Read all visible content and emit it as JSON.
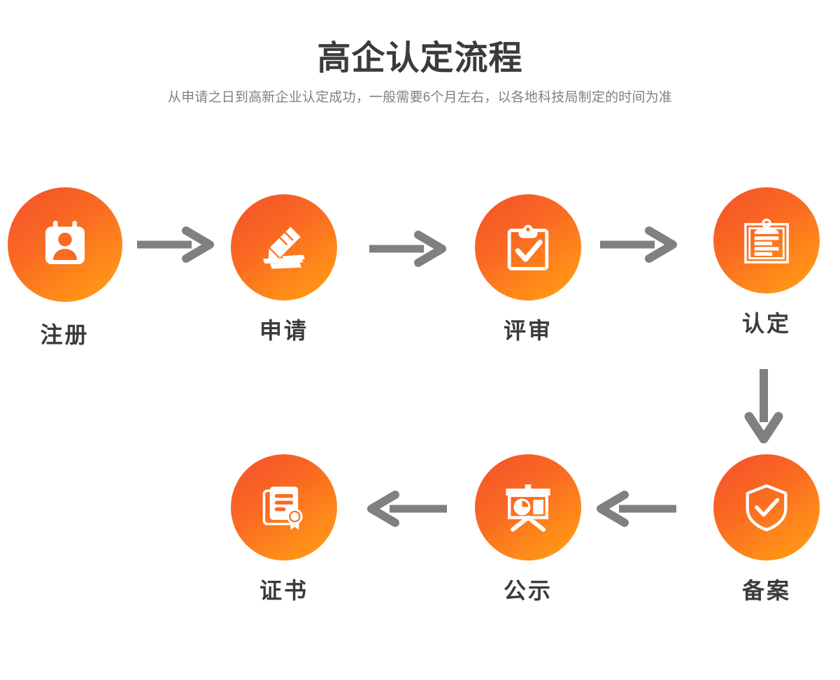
{
  "header": {
    "title": "高企认定流程",
    "subtitle": "从申请之日到高新企业认定成功，一般需要6个月左右，以各地科技局制定的时间为准"
  },
  "theme": {
    "circle_gradient_start": "#f4502b",
    "circle_gradient_end": "#ffa010",
    "label_color": "#3b3b3b",
    "subtitle_color": "#818181",
    "arrow_color": "#808080",
    "background": "#ffffff"
  },
  "flow": {
    "type": "process-flow",
    "direction_row1": "left-to-right",
    "direction_row2": "right-to-left",
    "steps": [
      {
        "id": "register",
        "order": 1,
        "label": "注册",
        "icon": "id-card-person-icon"
      },
      {
        "id": "apply",
        "order": 2,
        "label": "申请",
        "icon": "pencil-writing-icon"
      },
      {
        "id": "review",
        "order": 3,
        "label": "评审",
        "icon": "clipboard-check-icon"
      },
      {
        "id": "certify",
        "order": 4,
        "label": "认定",
        "icon": "clipboard-document-icon"
      },
      {
        "id": "record",
        "order": 5,
        "label": "备案",
        "icon": "shield-check-icon"
      },
      {
        "id": "publicity",
        "order": 6,
        "label": "公示",
        "icon": "presentation-chart-icon"
      },
      {
        "id": "cert",
        "order": 7,
        "label": "证书",
        "icon": "certificate-seal-icon"
      }
    ],
    "connectors": [
      {
        "id": "arrow-1",
        "from": "register",
        "to": "apply",
        "icon": "arrow-right-icon"
      },
      {
        "id": "arrow-2",
        "from": "apply",
        "to": "review",
        "icon": "arrow-right-icon"
      },
      {
        "id": "arrow-3",
        "from": "review",
        "to": "certify",
        "icon": "arrow-right-icon"
      },
      {
        "id": "arrow-down",
        "from": "certify",
        "to": "record",
        "icon": "arrow-down-icon"
      },
      {
        "id": "arrow-4",
        "from": "record",
        "to": "publicity",
        "icon": "arrow-left-icon"
      },
      {
        "id": "arrow-5",
        "from": "publicity",
        "to": "cert",
        "icon": "arrow-left-icon"
      }
    ]
  }
}
